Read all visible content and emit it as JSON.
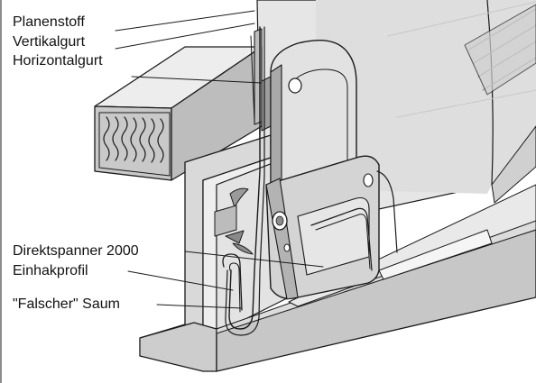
{
  "figure": {
    "labels": {
      "planenstoff": "Planenstoff",
      "vertikalgurt": "Vertikalgurt",
      "horizontalgurt": "Horizontalgurt",
      "direktspanner": "Direktspanner 2000",
      "einhakprofil": "Einhakprofil",
      "saum": "\"Falscher\" Saum"
    }
  },
  "colors": {
    "line": "#1a1a1a",
    "fabric": "#e4e4e4",
    "fabric_dark": "#b9b9b9",
    "profile_light": "#e8e8e8",
    "profile_mid": "#c4c4c4",
    "profile_dark": "#8f8f8f",
    "clamp": "#d2d2d2",
    "clamp_dark": "#a9a9a9",
    "background": "#ffffff"
  }
}
